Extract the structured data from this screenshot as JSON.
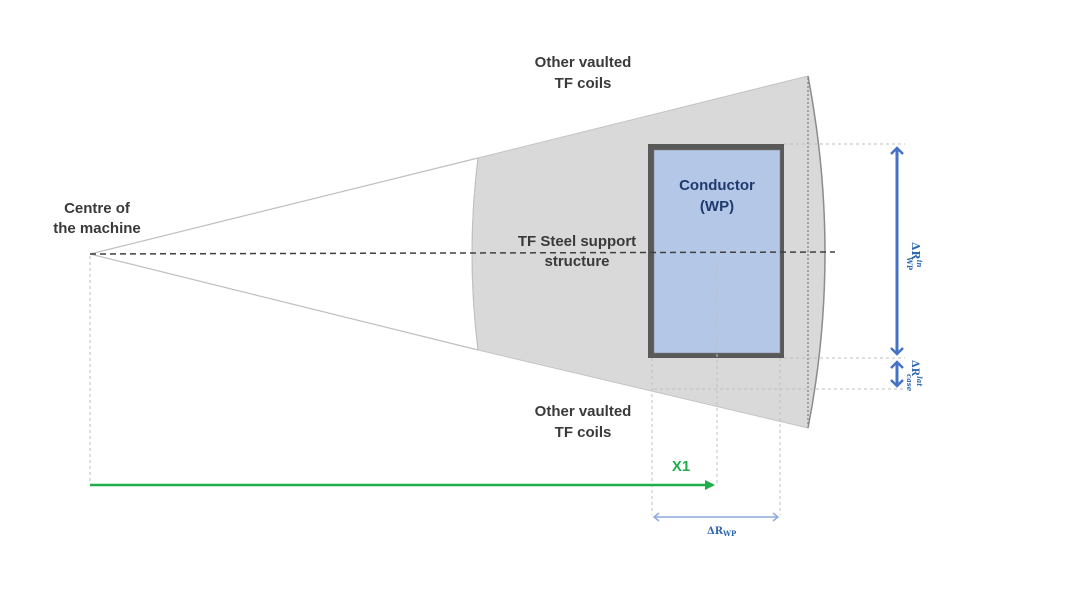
{
  "labels": {
    "centre_line1": "Centre of",
    "centre_line2": "the machine",
    "other_top_line1": "Other vaulted",
    "other_top_line2": "TF coils",
    "other_bottom_line1": "Other vaulted",
    "other_bottom_line2": "TF coils",
    "steel_line1": "TF Steel support",
    "steel_line2": "structure",
    "conductor_line1": "Conductor",
    "conductor_line2": "(WP)",
    "x1": "X1"
  },
  "dimensions": {
    "dr_wp_base": "ΔR",
    "dr_wp_sub": "WP",
    "dr_wp_in_base": "ΔR",
    "dr_wp_in_sup": "in",
    "dr_wp_in_sub": "WP",
    "dr_case_lat_base": "ΔR",
    "dr_case_lat_sup": "lat",
    "dr_case_lat_sub": "case"
  },
  "colors": {
    "sector_fill": "#d9d9d9",
    "conductor_fill": "#b4c7e7",
    "conductor_border": "#595959",
    "dimension_blue": "#4472c4",
    "x1_green": "#1fae4b"
  }
}
